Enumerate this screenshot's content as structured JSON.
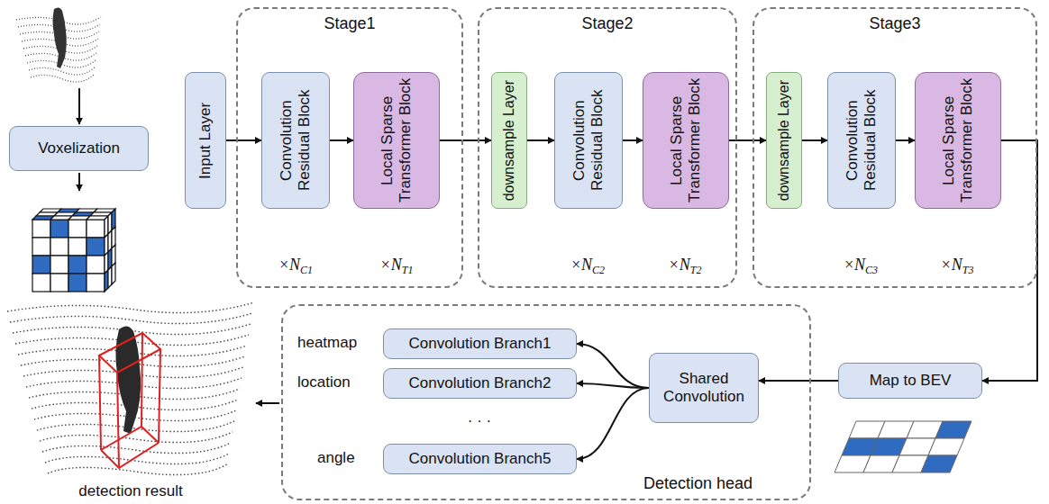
{
  "diagram": {
    "nodes": [
      {
        "text": [
          "Voxelization"
        ]
      },
      {
        "text": [
          "Input Layer"
        ]
      },
      {
        "text": [
          "Stage1"
        ]
      },
      {
        "text": [
          "Convolution Residual Block"
        ],
        "in": 2
      },
      {
        "text": [
          "Local Sparse Transformer Block"
        ],
        "in": 2
      },
      {
        "text": [
          "Stage2"
        ]
      },
      {
        "text": [
          "downsample Layer"
        ],
        "in": 5
      },
      {
        "text": [
          "Convolution Residual Block"
        ],
        "in": 5
      },
      {
        "text": [
          "Local Sparse Transformer Block"
        ],
        "in": 5
      },
      {
        "text": [
          "Stage3"
        ]
      },
      {
        "text": [
          "downsample Layer"
        ],
        "in": 9
      },
      {
        "text": [
          "Convolution Residual Block"
        ],
        "in": 9
      },
      {
        "text": [
          "Local Sparse Transformer Block"
        ],
        "in": 9
      },
      {
        "text": [
          "Detection head"
        ]
      },
      {
        "text": [
          "Convolution Branch1"
        ],
        "in": 13
      },
      {
        "text": [
          "Convolution Branch2"
        ],
        "in": 13
      },
      {
        "text": [
          "Convolution Branch5"
        ],
        "in": 13
      },
      {
        "text": [
          "Shared Convolution"
        ],
        "in": 13
      },
      {
        "text": [
          "Map to BEV"
        ]
      }
    ],
    "edges": [
      {
        "from": 1,
        "to": 3,
        "arrow": "to"
      },
      {
        "from": 3,
        "to": 4,
        "arrow": "to"
      },
      {
        "from": 4,
        "to": 6,
        "arrow": "to"
      },
      {
        "from": 6,
        "to": 7,
        "arrow": "to"
      },
      {
        "from": 7,
        "to": 8,
        "arrow": "to"
      },
      {
        "from": 8,
        "to": 10,
        "arrow": "to"
      },
      {
        "from": 10,
        "to": 11,
        "arrow": "to"
      },
      {
        "from": 11,
        "to": 12,
        "arrow": "to"
      },
      {
        "from": 12,
        "to": 18,
        "arrow": "to"
      },
      {
        "from": 18,
        "to": 17,
        "arrow": "to"
      },
      {
        "from": 17,
        "to": 14,
        "arrow": "to"
      },
      {
        "from": 17,
        "to": 15,
        "arrow": "to"
      },
      {
        "from": 17,
        "to": 16,
        "arrow": "to"
      }
    ],
    "labels": [
      "×N",
      "C1",
      "×N",
      "T1",
      "×N",
      "C2",
      "×N",
      "T2",
      "×N",
      "C3",
      "×N",
      "T3",
      "heatmap",
      "location",
      "· · ·",
      "angle",
      "detection result"
    ]
  }
}
